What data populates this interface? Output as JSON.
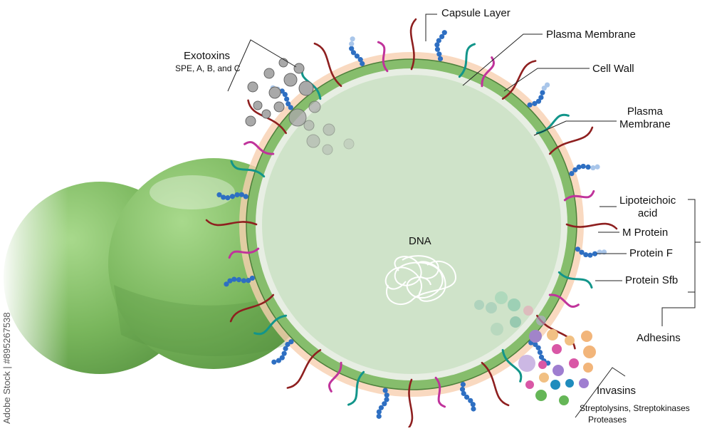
{
  "labels": {
    "capsule_layer": "Capsule Layer",
    "plasma_membrane_top": "Plasma Membrane",
    "cell_wall": "Cell Wall",
    "plasma_membrane_line1": "Plasma",
    "plasma_membrane_line2": "Membrane",
    "lipoteichoic_line1": "Lipoteichoic",
    "lipoteichoic_line2": "acid",
    "m_protein": "M Protein",
    "protein_f": "Protein F",
    "protein_sfb": "Protein Sfb",
    "adhesins": "Adhesins",
    "exotoxins": "Exotoxins",
    "exotoxins_sub": "SPE, A, B, and C",
    "dna": "DNA",
    "invasins": "Invasins",
    "invasins_sub1": "Streptolysins, Streptokinases",
    "invasins_sub2": "Proteases"
  },
  "watermark": "Adobe Stock | #895267538",
  "colors": {
    "cytoplasm": "#cfe3c9",
    "cell_wall": "#7fb866",
    "capsule": "#f6c9a8",
    "m_protein": "#8e1f1f",
    "lipoteichoic": "#2e6fc2",
    "protein_f": "#12958a",
    "protein_sfb": "#c0339b",
    "neighbor_cell": "#7fbf62"
  }
}
